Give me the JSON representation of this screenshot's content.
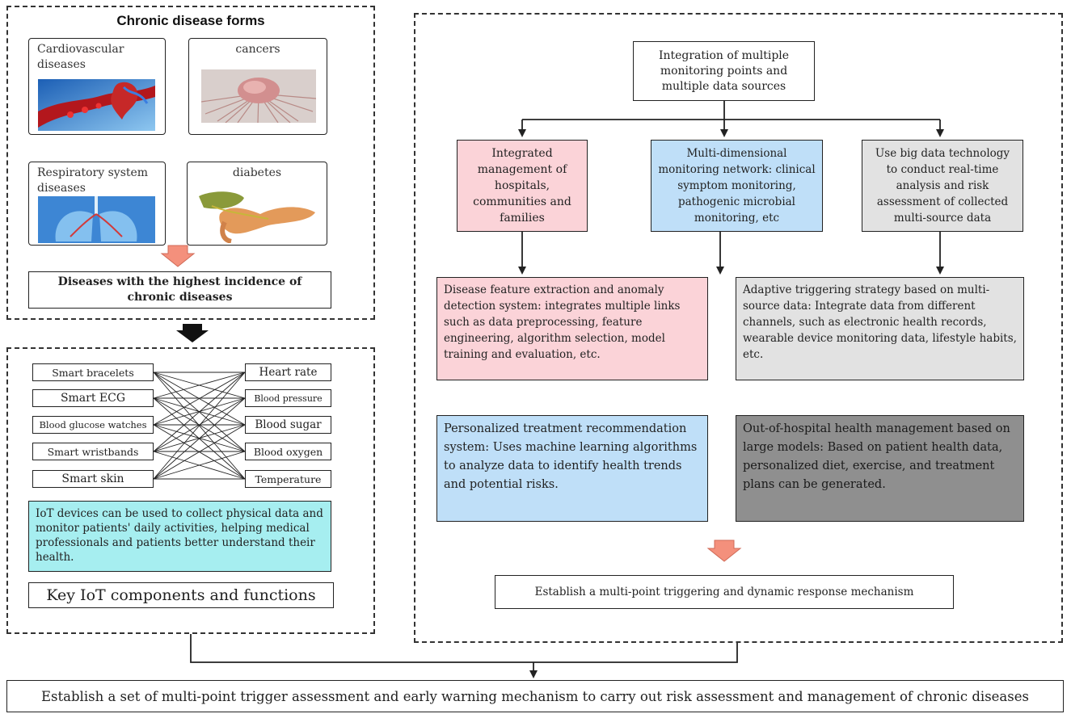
{
  "left_panel": {
    "title": "Chronic disease forms",
    "diseases": [
      {
        "name": "Cardiovascular diseases",
        "image": "heart-vessels-illustration"
      },
      {
        "name": "cancers",
        "image": "cancer-cell-illustration"
      },
      {
        "name": "Respiratory system diseases",
        "image": "lungs-illustration"
      },
      {
        "name": "diabetes",
        "image": "pancreas-illustration"
      }
    ],
    "conclusion": "Diseases with the highest incidence of chronic diseases"
  },
  "iot_panel": {
    "devices": [
      "Smart bracelets",
      "Smart ECG",
      "Blood glucose watches",
      "Smart wristbands",
      "Smart skin"
    ],
    "metrics": [
      "Heart rate",
      "Blood pressure",
      "Blood sugar",
      "Blood oxygen",
      "Temperature"
    ],
    "description": "IoT devices can be used to collect physical data and monitor patients' daily activities, helping medical professionals and patients better understand their health.",
    "title": "Key IoT components and functions"
  },
  "right_panel": {
    "top": "Integration of multiple monitoring points and multiple data sources",
    "branches": [
      "Integrated management of hospitals, communities and families",
      "Multi-dimensional monitoring network: clinical symptom monitoring, pathogenic microbial monitoring, etc",
      "Use big data technology to conduct real-time analysis and risk assessment of collected multi-source data"
    ],
    "feature_extraction": "Disease feature extraction and anomaly detection system: integrates multiple links such as data preprocessing, feature engineering, algorithm selection, model training and evaluation, etc.",
    "adaptive_trigger": "Adaptive triggering strategy based on multi-source data: Integrate data from different channels, such as electronic health records, wearable device monitoring data, lifestyle habits, etc.",
    "personalized_treatment": "Personalized treatment recommendation system: Uses machine learning algorithms to analyze data to identify health trends and potential risks.",
    "out_of_hospital": "Out-of-hospital health management based on large models: Based on patient health data, personalized diet, exercise, and treatment plans can be generated.",
    "mechanism": "Establish a multi-point triggering and dynamic response mechanism"
  },
  "bottom": "Establish a set of multi-point trigger assessment and early warning mechanism to carry out risk assessment and management of chronic diseases",
  "colors": {
    "pink": "#fbd3d8",
    "blue": "#bfdff8",
    "light_gray": "#e2e2e2",
    "dark_gray": "#8f8f8f",
    "cyan": "#a6eef0",
    "arrow_salmon": "#f4907c"
  }
}
